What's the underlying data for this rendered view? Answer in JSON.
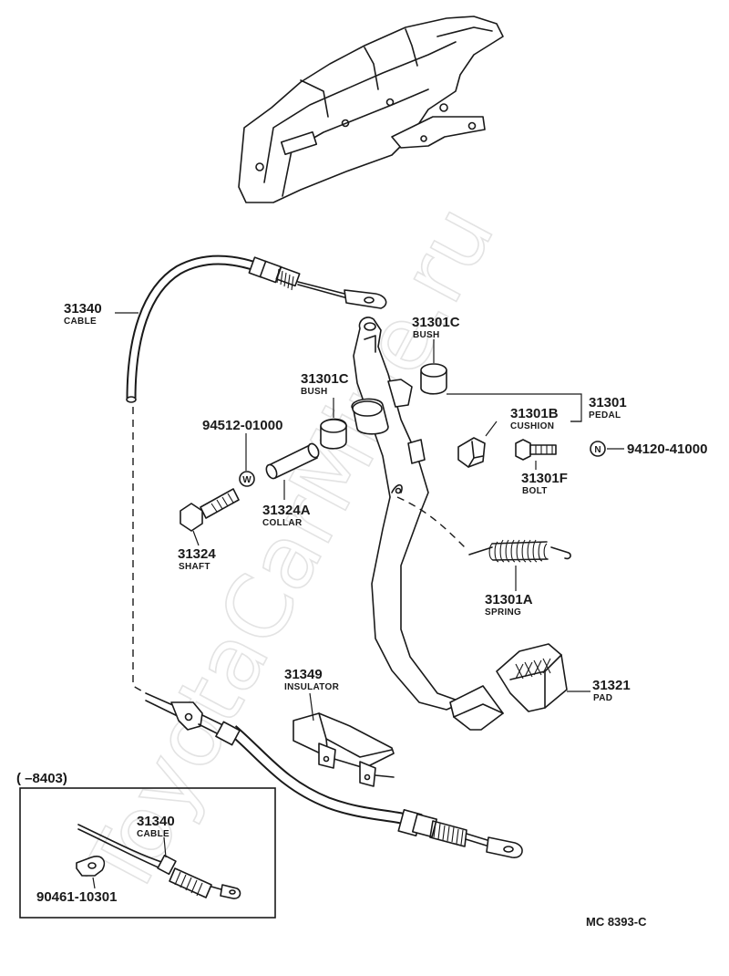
{
  "watermark": "ToyotaCarMine.ru",
  "diagram_code": "MC 8393-C",
  "inset": {
    "range_label": "(        –8403)"
  },
  "parts": {
    "cable": {
      "number": "31340",
      "desc": "CABLE"
    },
    "cable_inset": {
      "number": "31340",
      "desc": "CABLE"
    },
    "bush_upper": {
      "number": "31301C",
      "desc": "BUSH"
    },
    "bush_lower": {
      "number": "31301C",
      "desc": "BUSH"
    },
    "pedal": {
      "number": "31301",
      "desc": "PEDAL"
    },
    "cushion": {
      "number": "31301B",
      "desc": "CUSHION"
    },
    "washer": {
      "number": "94512-01000",
      "symbol": "W"
    },
    "nut": {
      "number": "94120-41000",
      "symbol": "N"
    },
    "bolt": {
      "number": "31301F",
      "desc": "BOLT"
    },
    "collar": {
      "number": "31324A",
      "desc": "COLLAR"
    },
    "shaft": {
      "number": "31324",
      "desc": "SHAFT"
    },
    "spring": {
      "number": "31301A",
      "desc": "SPRING"
    },
    "insulator": {
      "number": "31349",
      "desc": "INSULATOR"
    },
    "pad": {
      "number": "31321",
      "desc": "PAD"
    },
    "clamp": {
      "number": "90461-10301"
    }
  }
}
